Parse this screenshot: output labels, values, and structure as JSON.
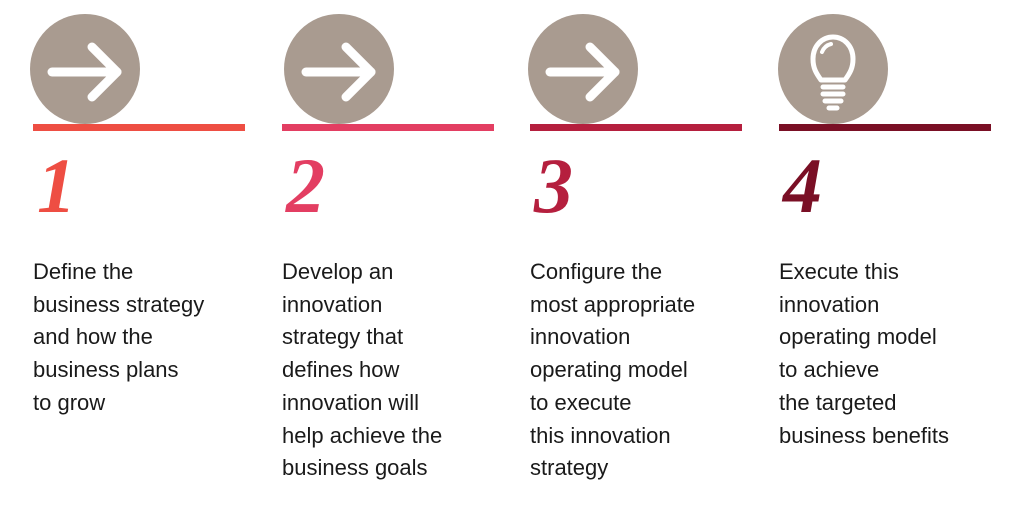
{
  "colors": {
    "circle": "#a99b90",
    "icon": "#ffffff",
    "text": "#1a1a1a"
  },
  "steps": [
    {
      "number": "1",
      "icon": "arrow-right-icon",
      "color": "#ee4e43",
      "text": "Define the\nbusiness strategy\nand how the\nbusiness plans\nto grow"
    },
    {
      "number": "2",
      "icon": "arrow-right-icon",
      "color": "#e33e62",
      "text": "Develop an\ninnovation\nstrategy that\ndefines how\ninnovation will\nhelp achieve the\nbusiness goals"
    },
    {
      "number": "3",
      "icon": "arrow-right-icon",
      "color": "#b51f3e",
      "text": "Configure the\nmost appropriate\ninnovation\noperating model\nto execute\nthis innovation\nstrategy"
    },
    {
      "number": "4",
      "icon": "lightbulb-icon",
      "color": "#7a0f25",
      "text": "Execute this\ninnovation\noperating model\nto achieve\nthe targeted\nbusiness benefits"
    }
  ]
}
